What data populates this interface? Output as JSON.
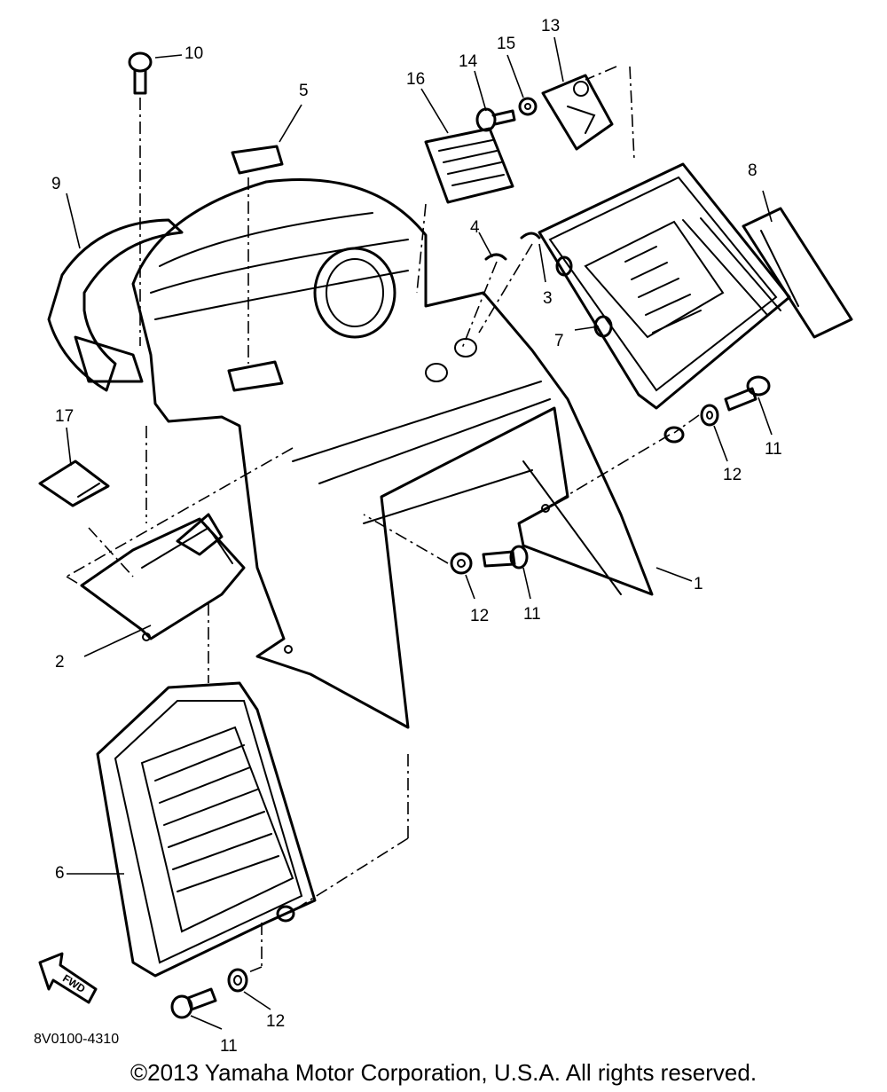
{
  "diagram": {
    "part_labels": [
      "1",
      "2",
      "3",
      "4",
      "5",
      "6",
      "7",
      "8",
      "9",
      "10",
      "11",
      "11",
      "11",
      "12",
      "12",
      "12",
      "13",
      "14",
      "15",
      "16",
      "17"
    ],
    "arrow_label": "FWD",
    "drawing_code": "8V0100-4310",
    "copyright": "©2013 Yamaha Motor Corporation, U.S.A. All rights reserved."
  }
}
